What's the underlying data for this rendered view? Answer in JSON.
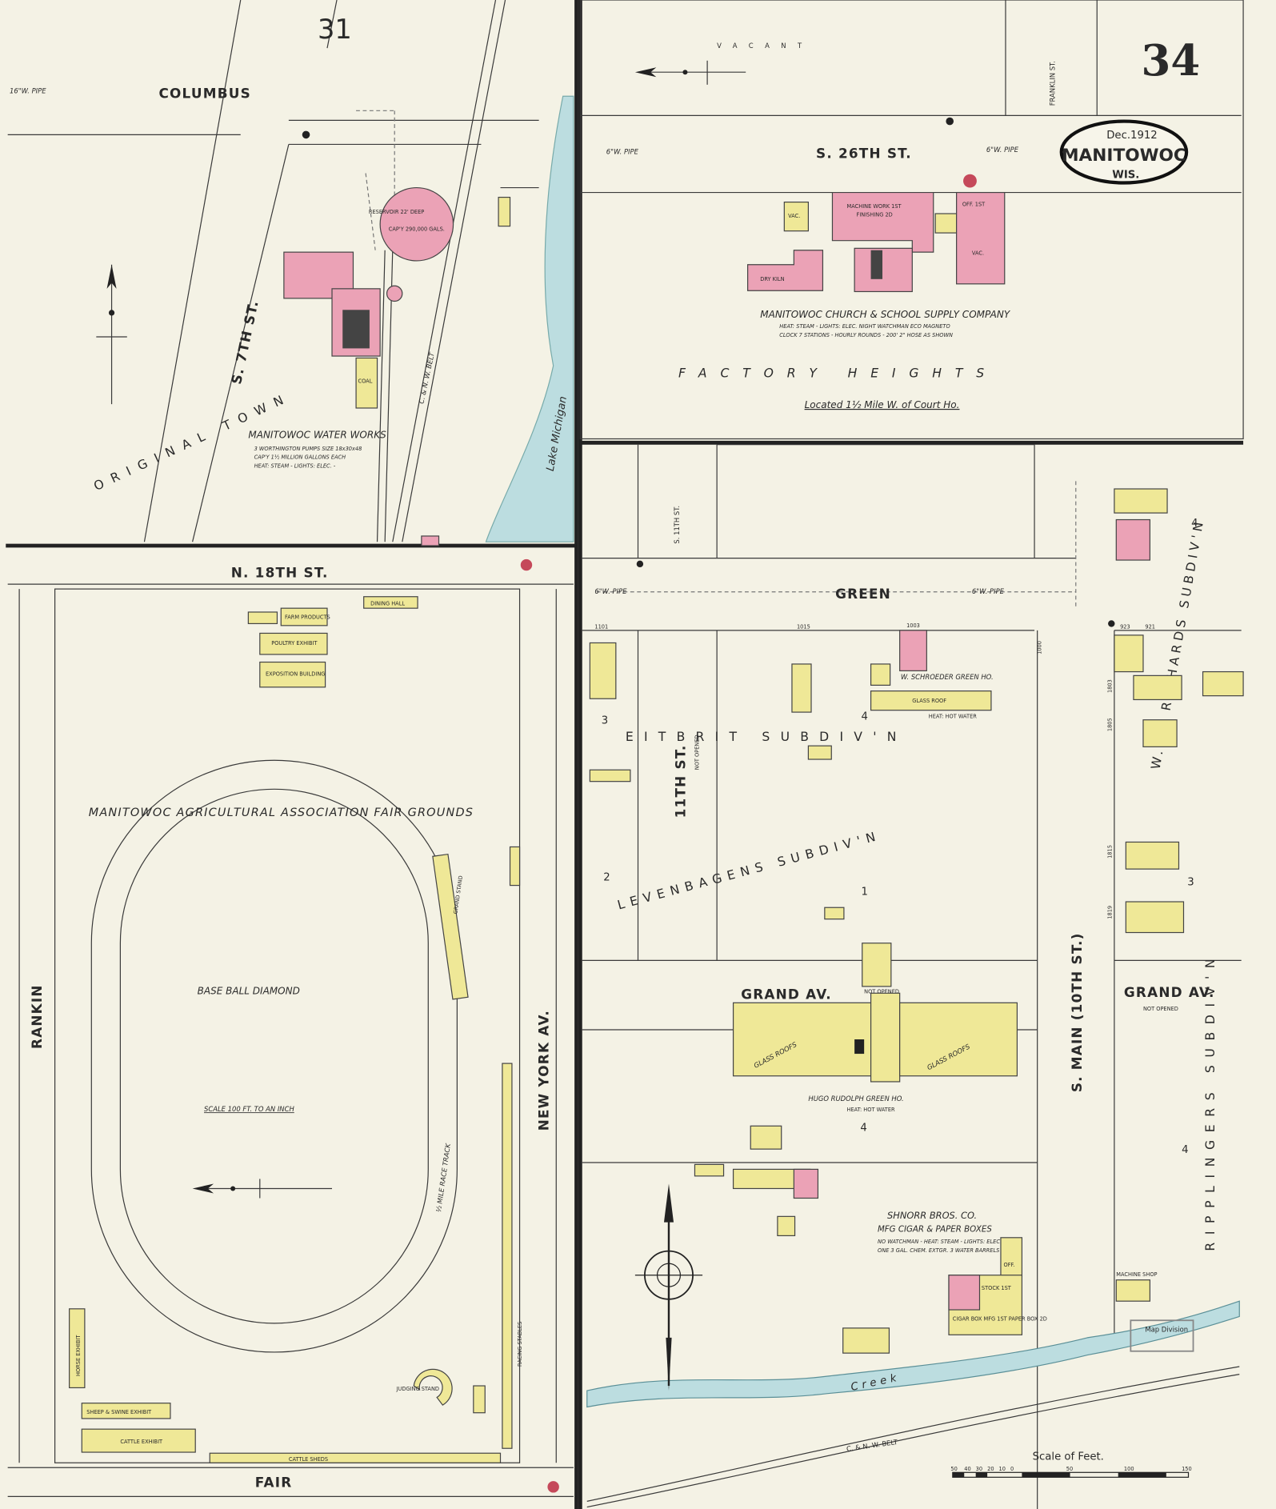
{
  "sheet_number": "34",
  "adjacent_sheet": "31",
  "cartouche": {
    "date": "Dec.1912",
    "city": "MANITOWOC",
    "state": "WIS."
  },
  "colors": {
    "paper": "#f4f2e5",
    "brick_pink": "#eba2b6",
    "frame_yellow": "#efe897",
    "water_blue": "#bcdde0"
  },
  "streets": {
    "columbus": "COLUMBUS",
    "s7th": "S. 7TH ST.",
    "n18th": "N. 18TH ST.",
    "rankin": "RANKIN",
    "fair": "FAIR",
    "new_york": "NEW YORK AV.",
    "s26th": "S. 26TH ST.",
    "franklin": "FRANKLIN ST.",
    "green": "GREEN",
    "s11th": "S. 11TH ST.",
    "eleventh": "11TH ST.",
    "eleventh_note": "NOT OPENED",
    "grand_av": "GRAND AV.",
    "grand_note": "NOT OPENED",
    "s_main": "S. MAIN (10TH ST.)",
    "belt": "C. & N. W. BELT"
  },
  "pipes": {
    "p16": "16\"W. PIPE",
    "p6": "6\"W. PIPE",
    "p6b": "6\"W. PIPE",
    "p6c": "6\"W. PIPE",
    "p6d": "6\"W. PIPE"
  },
  "areas": {
    "original_town": "ORIGINAL TOWN",
    "lake_michigan": "Lake Michigan",
    "vacant": "VACANT",
    "factory_heights": "FACTORY HEIGHTS",
    "located": "Located 1½ Mile W. of Court Ho.",
    "creek": "Creek",
    "eitbrit": "EITBRIT SUBDIV'N",
    "levenbagens": "LEVENBAGENS SUBDIV'N",
    "richards": "W. D. RICHARDS SUBDIV'N",
    "ripplingers": "RIPPLINGERS SUBDIV'N"
  },
  "water_works": {
    "name": "MANITOWOC WATER WORKS",
    "note1": "3 WORTHINGTON PUMPS SIZE 18x30x48",
    "note2": "CAP'Y 1½ MILLION GALLONS EACH",
    "note3": "HEAT: STEAM - LIGHTS: ELEC. -",
    "reservoir1": "RESERVOIR 22' DEEP",
    "reservoir2": "CAP'Y 290,000 GALS.",
    "coal": "COAL"
  },
  "church_supply": {
    "name": "MANITOWOC CHURCH & SCHOOL SUPPLY COMPANY",
    "note1": "HEAT: STEAM - LIGHTS: ELEC. NIGHT WATCHMAN ECO MAGNETO",
    "note2": "CLOCK 7 STATIONS - HOURLY ROUNDS - 200' 2\" HOSE AS SHOWN",
    "machine": "MACHINE WORK 1ST",
    "finishing": "FINISHING 2D",
    "dry_kiln": "DRY KILN",
    "vac": "VAC.",
    "vac2": "VAC.",
    "off": "OFF. 1ST"
  },
  "fair": {
    "name": "MANITOWOC AGRICULTURAL ASSOCIATION FAIR GROUNDS",
    "diamond": "BASE BALL DIAMOND",
    "scale": "SCALE 100 FT. TO AN INCH",
    "track": "½ MILE RACE TRACK",
    "grand_stand": "GRAND STAND",
    "farm": "FARM PRODUCTS",
    "poultry": "POULTRY EXHIBIT",
    "exposition": "EXPOSITION BUILDING",
    "dining": "DINING HALL",
    "horse": "HORSE EXHIBIT",
    "sheep": "SHEEP & SWINE EXHIBIT",
    "cattle": "CATTLE EXHIBIT",
    "cattle_sheds": "CATTLE SHEDS",
    "judging": "JUDGING STAND",
    "stables": "RACING STABLES"
  },
  "greenhouses": {
    "schroeder": "W. SCHROEDER GREEN HO.",
    "glass_roof": "GLASS ROOF",
    "heat1": "HEAT: HOT WATER",
    "rudolph": "HUGO RUDOLPH GREEN HO.",
    "heat2": "HEAT: HOT WATER",
    "glass_roofs1": "GLASS ROOFS",
    "glass_roofs2": "GLASS ROOFS"
  },
  "shnorr": {
    "name": "SHNORR BROS. CO.",
    "product": "MFG CIGAR & PAPER BOXES",
    "note1": "NO WATCHMAN - HEAT: STEAM - LIGHTS: ELEC.",
    "note2": "ONE 3 GAL. CHEM. EXTGR. 3 WATER BARRELS",
    "stock": "STOCK 1ST",
    "off": "OFF.",
    "boxes": "CIGAR BOX MFG 1ST PAPER BOX 2D",
    "machine_shop": "MACHINE SHOP"
  },
  "block_numbers": [
    "3",
    "4",
    "2",
    "1",
    "4",
    "4",
    "3",
    "4"
  ],
  "addresses": [
    "1101",
    "1015",
    "1003",
    "1000",
    "923",
    "921",
    "1803",
    "1805",
    "1815",
    "1819"
  ],
  "scale_bar": {
    "title": "Scale of Feet.",
    "ticks": [
      "50",
      "40",
      "30",
      "20",
      "10",
      "0",
      "50",
      "100",
      "150"
    ]
  },
  "stamp": "Map Division"
}
